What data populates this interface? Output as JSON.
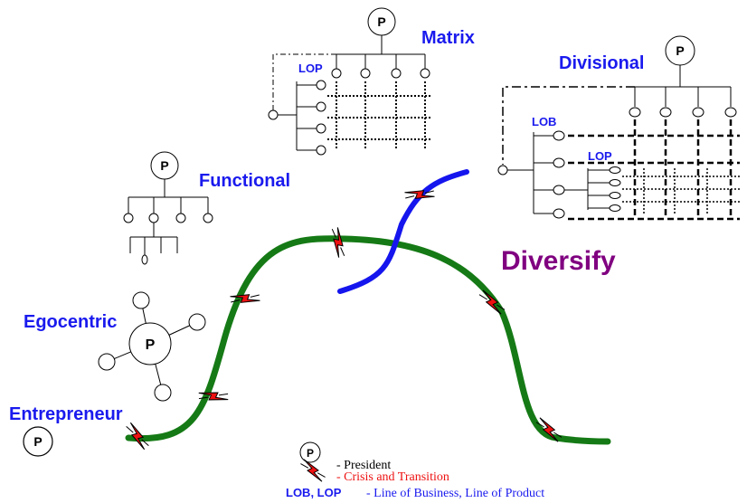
{
  "colors": {
    "label_blue": "#1a1aee",
    "diversify_purple": "#800080",
    "curve_green": "#157a15",
    "curve_blue": "#1515ee",
    "crisis_red": "#ee1111",
    "legend_black": "#000000"
  },
  "stages": {
    "entrepreneur": "Entrepreneur",
    "egocentric": "Egocentric",
    "functional": "Functional",
    "matrix": "Matrix",
    "divisional": "Divisional",
    "diversify": "Diversify"
  },
  "node_label": "P",
  "matrix_side_label": "LOP",
  "divisional_side_label": "LOB",
  "divisional_inner_label": "LOP",
  "legend": {
    "president_symbol": "P",
    "president": "- President",
    "crisis": "- Crisis and Transition",
    "abbrev": "LOB, LOP",
    "abbrev_desc": "- Line of Business, Line of Product"
  },
  "icons": {
    "crisis_marker": "lightning-bolt-icon"
  }
}
